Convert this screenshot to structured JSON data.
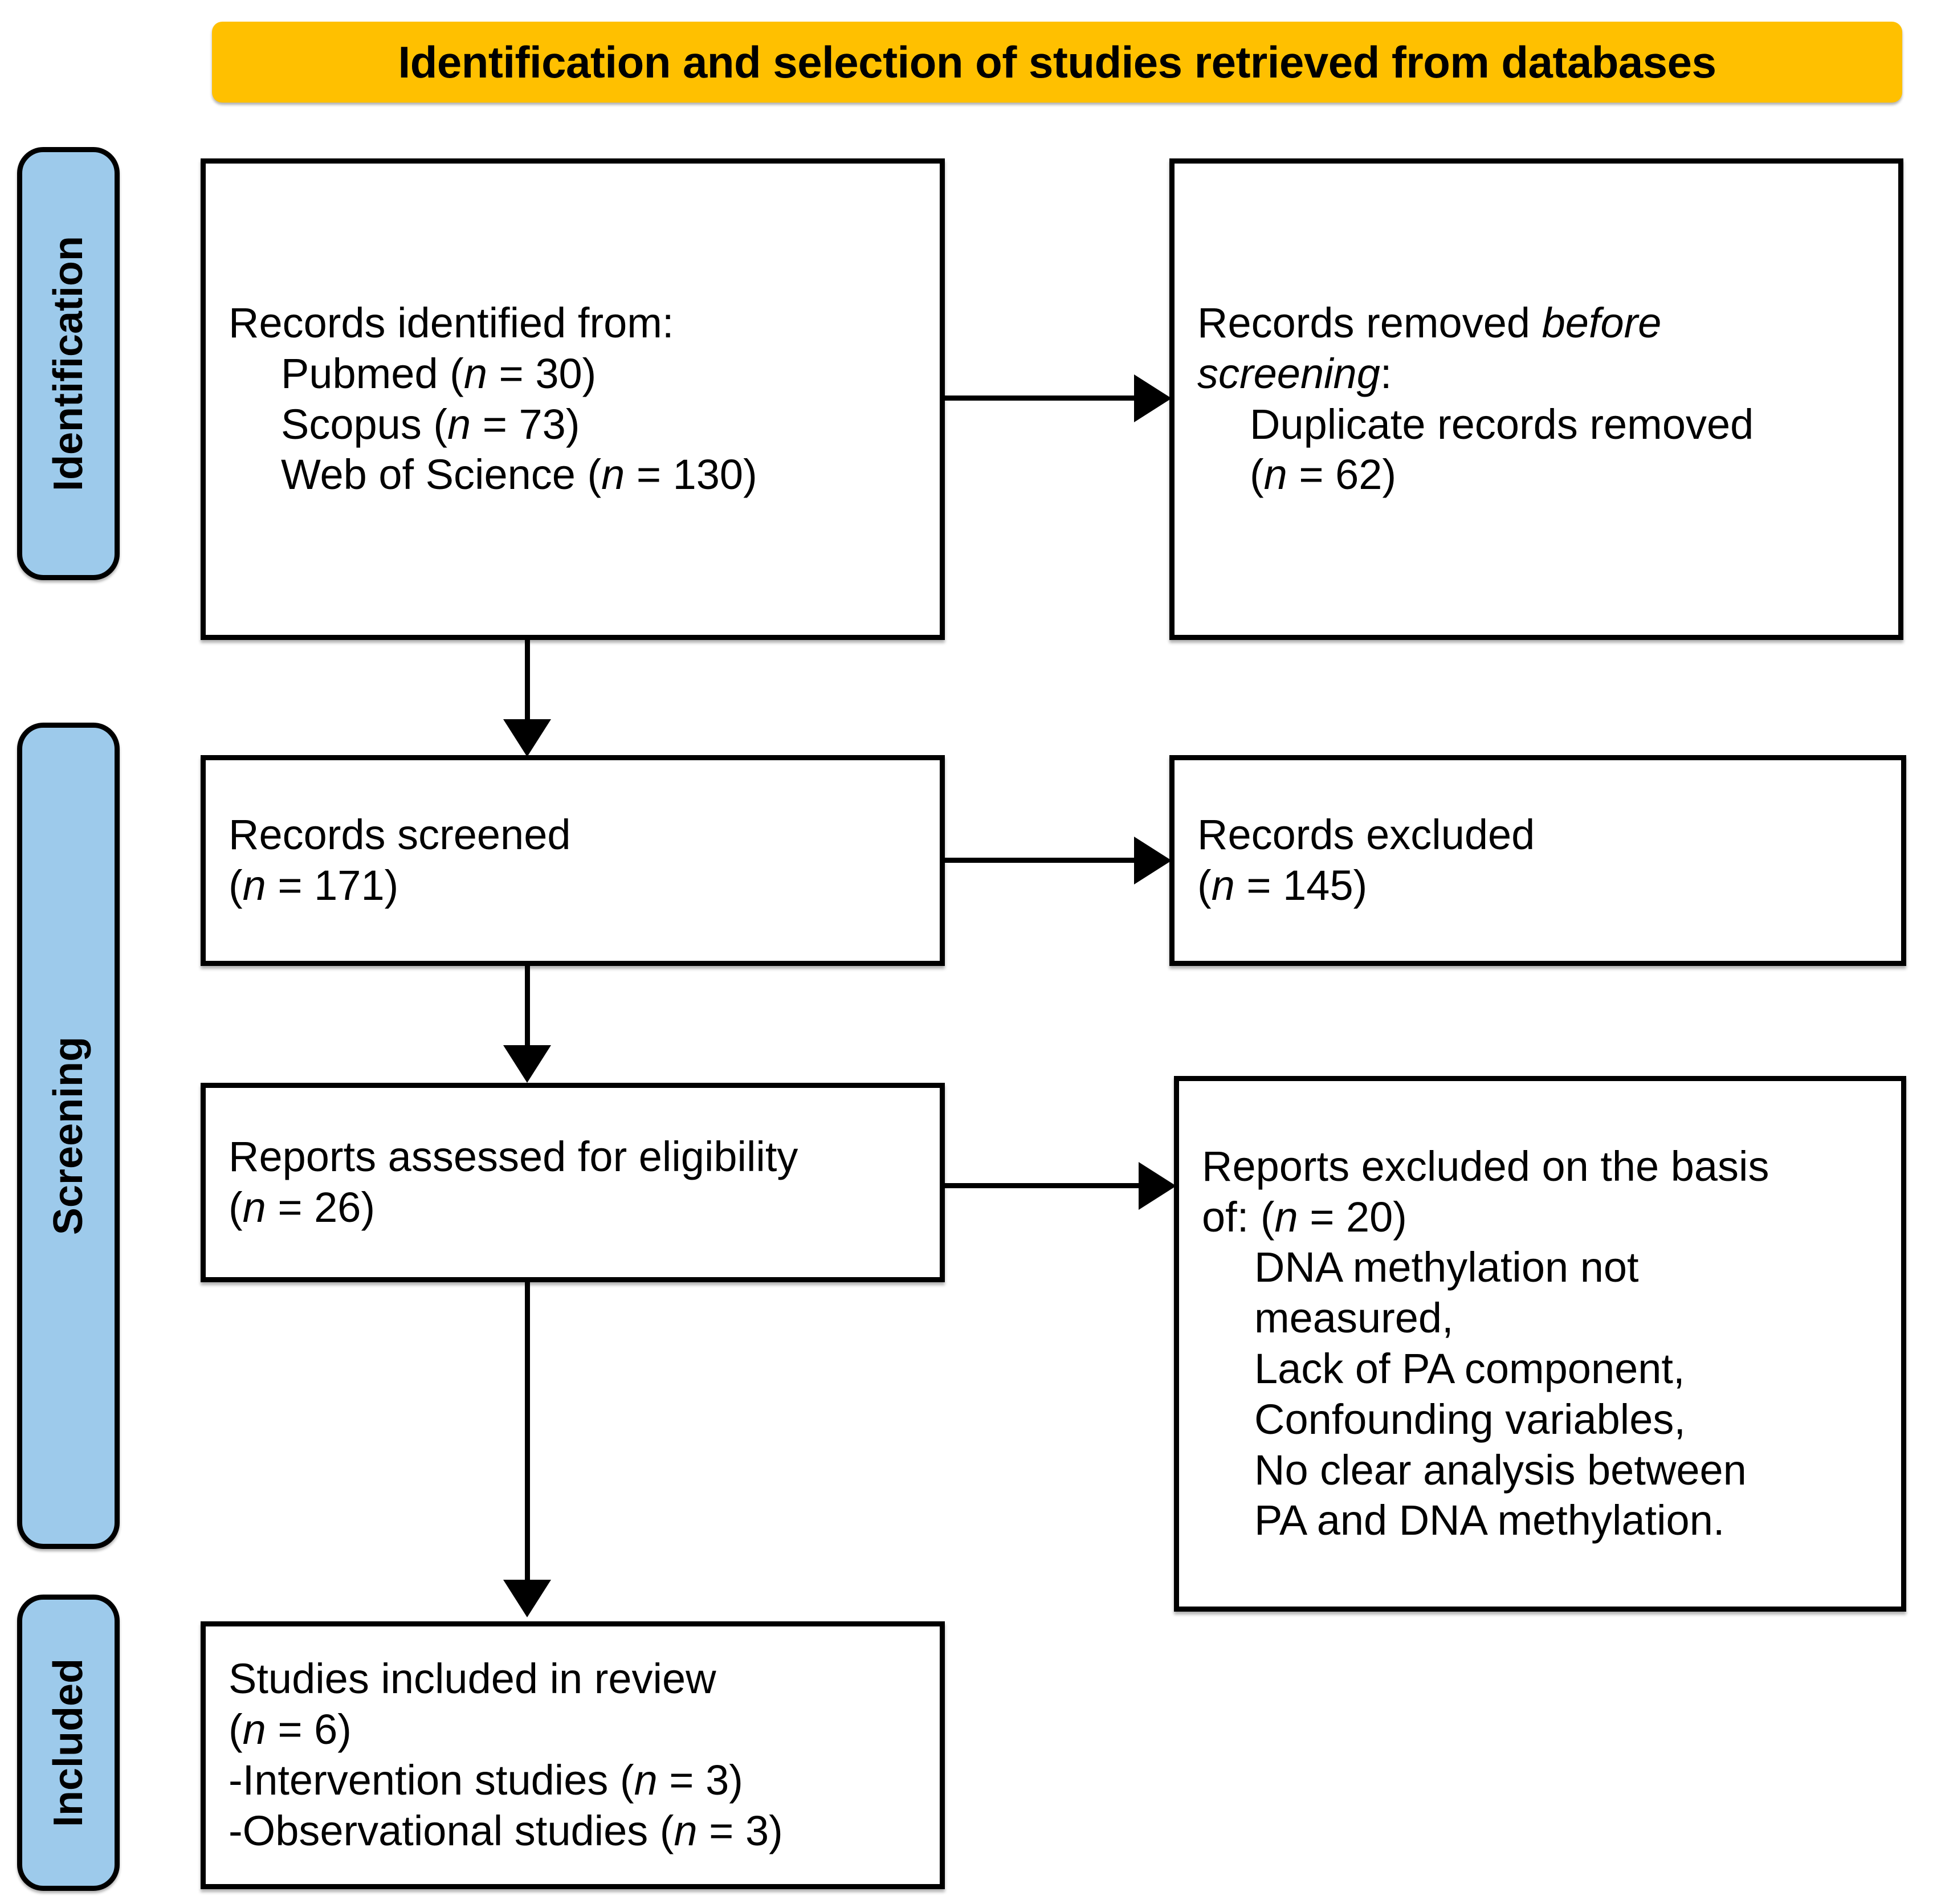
{
  "header": {
    "title": "Identification and selection of studies retrieved from databases",
    "background_color": "#FFC000"
  },
  "stages": [
    {
      "name": "identification",
      "label": "Identification",
      "background_color": "#9DCAEB"
    },
    {
      "name": "screening",
      "label": "Screening",
      "background_color": "#9DCAEB"
    },
    {
      "name": "included",
      "label": "Included",
      "background_color": "#9DCAEB"
    }
  ],
  "boxes": {
    "records_identified": {
      "lines": [
        {
          "text": "Records identified from:",
          "indent": false
        },
        {
          "text": "Pubmed (n = 30)",
          "indent": true
        },
        {
          "text": "Scopus (n = 73)",
          "indent": true
        },
        {
          "text": "Web of Science (n = 130)",
          "indent": true
        }
      ]
    },
    "records_removed_before_screening": {
      "lines": [
        {
          "text": "Records removed before",
          "indent": false
        },
        {
          "text": "screening:",
          "indent": false
        },
        {
          "text": "Duplicate records removed",
          "indent": true
        },
        {
          "text": "(n = 62)",
          "indent": true
        }
      ]
    },
    "records_screened": {
      "lines": [
        {
          "text": "Records screened",
          "indent": false
        },
        {
          "text": "(n = 171)",
          "indent": false
        }
      ]
    },
    "records_excluded": {
      "lines": [
        {
          "text": "Records excluded",
          "indent": false
        },
        {
          "text": "(n = 145)",
          "indent": false
        }
      ]
    },
    "reports_assessed": {
      "lines": [
        {
          "text": "Reports assessed for eligibility",
          "indent": false
        },
        {
          "text": "(n = 26)",
          "indent": false
        }
      ]
    },
    "reports_excluded": {
      "lines": [
        {
          "text": "Reports excluded on the basis",
          "indent": false
        },
        {
          "text": "of: (n = 20)",
          "indent": false
        },
        {
          "text": "DNA methylation not",
          "indent": true
        },
        {
          "text": "measured,",
          "indent": true
        },
        {
          "text": "Lack of PA component,",
          "indent": true
        },
        {
          "text": "Confounding variables,",
          "indent": true
        },
        {
          "text": "No clear analysis between",
          "indent": true
        },
        {
          "text": "PA and DNA methylation.",
          "indent": true
        }
      ]
    },
    "studies_included": {
      "lines": [
        {
          "text": "Studies included in review",
          "indent": false
        },
        {
          "text": "(n = 6)",
          "indent": false
        },
        {
          "text": "-Intervention studies (n = 3)",
          "indent": false
        },
        {
          "text": "-Observational studies (n = 3)",
          "indent": false
        }
      ]
    }
  },
  "counts": {
    "pubmed": 30,
    "scopus": 73,
    "web_of_science": 130,
    "duplicates_removed": 62,
    "records_screened": 171,
    "records_excluded": 145,
    "reports_assessed": 26,
    "reports_excluded": 20,
    "studies_included": 6,
    "intervention_studies": 3,
    "observational_studies": 3
  }
}
